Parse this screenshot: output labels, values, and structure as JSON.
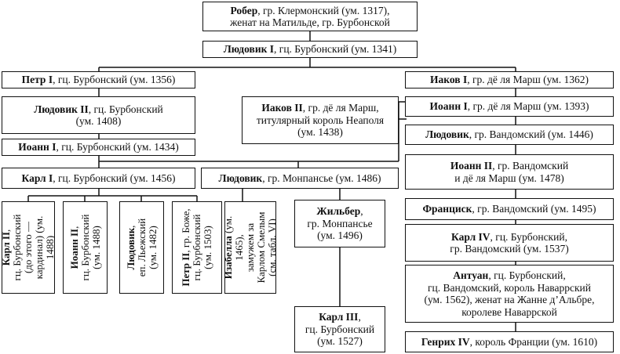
{
  "nodes": {
    "rober": {
      "name": "Робер",
      "line1": ", гр. Клермонский (ум. 1317),",
      "line2": "женат на Матильде, гр. Бурбонской"
    },
    "ludovik1": {
      "name": "Людовик I",
      "rest": ", гц. Бурбонский (ум. 1341)"
    },
    "petr1": {
      "name": "Петр I",
      "rest": ", гц. Бурбонский (ум. 1356)"
    },
    "iakov1": {
      "name": "Иаков I",
      "rest": ", гр. дё ля Марш (ум. 1362)"
    },
    "ludovik2": {
      "name": "Людовик II",
      "line1": ", гц. Бурбонский",
      "line2": "(ум. 1408)"
    },
    "iakov2": {
      "name": "Иаков II",
      "line1": ", гр. дё ля Марш,",
      "line2": "титулярный король Неаполя",
      "line3": "(ум. 1438)"
    },
    "ioann1_marsh": {
      "name": "Иоанн I",
      "rest": ", гр. дё ля Марш (ум. 1393)"
    },
    "ioann1_bourbon": {
      "name": "Иоанн I",
      "rest": ", гц. Бурбонский (ум. 1434)"
    },
    "ludovik_vendom": {
      "name": "Людовик",
      "rest": ", гр. Вандомский (ум. 1446)"
    },
    "karl1": {
      "name": "Карл I",
      "rest": ", гц. Бурбонский (ум. 1456)"
    },
    "ludovik_monpansie": {
      "name": "Людовик",
      "rest": ", гр. Монпансье (ум. 1486)"
    },
    "ioann2_vendom": {
      "name": "Иоанн II",
      "line1": ", гр. Вандомский",
      "line2": "и дё ля Марш (ум. 1478)"
    },
    "fransisk": {
      "name": "Франциск",
      "rest": ", гр. Вандомский (ум. 1495)"
    },
    "zhilber": {
      "name": "Жильбер",
      "line1": ",",
      "line2": "гр. Монпансье",
      "line3": "(ум. 1496)"
    },
    "karl4": {
      "name": "Карл IV",
      "line1": ", гц. Бурбонский,",
      "line2": "гр. Вандомский (ум. 1537)"
    },
    "antuan": {
      "name": "Антуан",
      "line1": ", гц. Бурбонский,",
      "line2": "гц. Вандомский, король Наваррский",
      "line3": "(ум. 1562), женат на Жанне д’Альбре,",
      "line4": "королеве Наваррской"
    },
    "karl3": {
      "name": "Карл III",
      "line1": ",",
      "line2": "гц. Бурбонский",
      "line3": "(ум. 1527)"
    },
    "genrih4": {
      "name": "Генрих IV",
      "rest": ", король Франции (ум. 1610)"
    },
    "karl2": {
      "name": "Карл II",
      "line1": ",",
      "line2": "гц. Бурбонский",
      "line3": "(до этого —",
      "line4": "кардинал) (ум. 1488)"
    },
    "ioann2_bourbon": {
      "name": "Иоанн II",
      "line1": ",",
      "line2": "гц. Бурбонский",
      "line3": "(ум. 1488)"
    },
    "ludovik_lezh": {
      "name": "Людовик",
      "line1": ",",
      "line2": "еп. Льежский",
      "line3": "(ум. 1482)"
    },
    "petr2": {
      "name": "Петр II",
      "line1": ", гр. Боже,",
      "line2": "гц. Бурбонский",
      "line3": "(ум. 1503)"
    },
    "izabella": {
      "name": "Изабелла",
      "line1": " (ум. 1465),",
      "line2": "замужем за",
      "line3": "Карлом Смелым",
      "line4": "(см. табл. VI)"
    }
  }
}
